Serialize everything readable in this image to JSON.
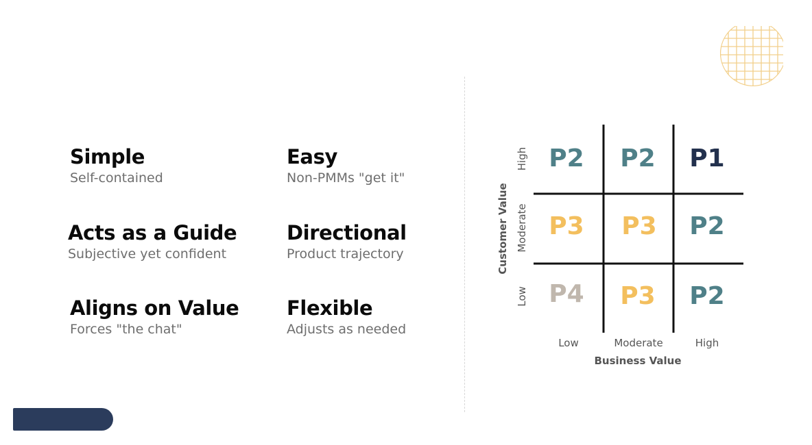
{
  "features": [
    {
      "title": "Simple",
      "desc": "Self-contained"
    },
    {
      "title": "Easy",
      "desc": "Non-PMMs \"get it\""
    },
    {
      "title": "Acts as a Guide",
      "desc": "Subjective yet confident"
    },
    {
      "title": "Directional",
      "desc": "Product trajectory"
    },
    {
      "title": "Aligns on Value",
      "desc": "Forces \"the chat\""
    },
    {
      "title": "Flexible",
      "desc": "Adjusts as needed"
    }
  ],
  "matrix": {
    "y_axis_label": "Customer Value",
    "x_axis_label": "Business Value",
    "row_labels": [
      "High",
      "Moderate",
      "Low"
    ],
    "col_labels": [
      "Low",
      "Moderate",
      "High"
    ],
    "cells": [
      [
        {
          "label": "P2",
          "color": "#4f8088"
        },
        {
          "label": "P2",
          "color": "#4f8088"
        },
        {
          "label": "P1",
          "color": "#22304d"
        }
      ],
      [
        {
          "label": "P3",
          "color": "#f3bf5e"
        },
        {
          "label": "P3",
          "color": "#f3bf5e"
        },
        {
          "label": "P2",
          "color": "#4f8088"
        }
      ],
      [
        {
          "label": "P4",
          "color": "#c0b7ad"
        },
        {
          "label": "P3",
          "color": "#f3bf5e"
        },
        {
          "label": "P2",
          "color": "#4f8088"
        }
      ]
    ]
  },
  "colors": {
    "navy": "#2b3c5c",
    "teal": "#4f8088",
    "gold": "#f3bf5e",
    "taupe": "#c0b7ad",
    "grid_gold": "#f2cf8a"
  }
}
